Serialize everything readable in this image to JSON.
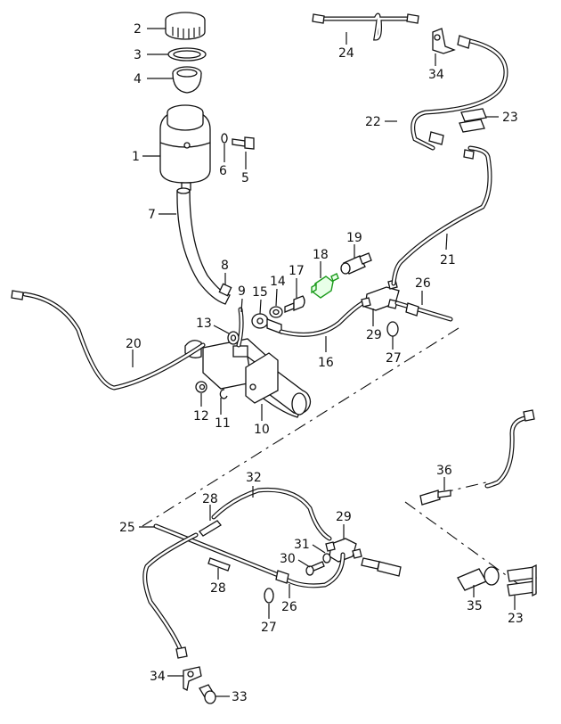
{
  "diagram": {
    "title": "Clutch / brake hydraulic parts exploded view",
    "highlight_color": "#1a9a1a",
    "highlighted_part": "18",
    "labels": {
      "p1": "1",
      "p2": "2",
      "p3": "3",
      "p4": "4",
      "p5": "5",
      "p6": "6",
      "p7": "7",
      "p8": "8",
      "p9": "9",
      "p10": "10",
      "p11": "11",
      "p12": "12",
      "p13": "13",
      "p14": "14",
      "p15": "15",
      "p16": "16",
      "p17": "17",
      "p18": "18",
      "p19": "19",
      "p20": "20",
      "p21": "21",
      "p22": "22",
      "p23a": "23",
      "p23b": "23",
      "p24": "24",
      "p25": "25",
      "p26a": "26",
      "p26b": "26",
      "p27a": "27",
      "p27b": "27",
      "p28a": "28",
      "p28b": "28",
      "p29a": "29",
      "p29b": "29",
      "p30": "30",
      "p31": "31",
      "p32": "32",
      "p33": "33",
      "p34a": "34",
      "p34b": "34",
      "p35": "35",
      "p36": "36"
    }
  }
}
